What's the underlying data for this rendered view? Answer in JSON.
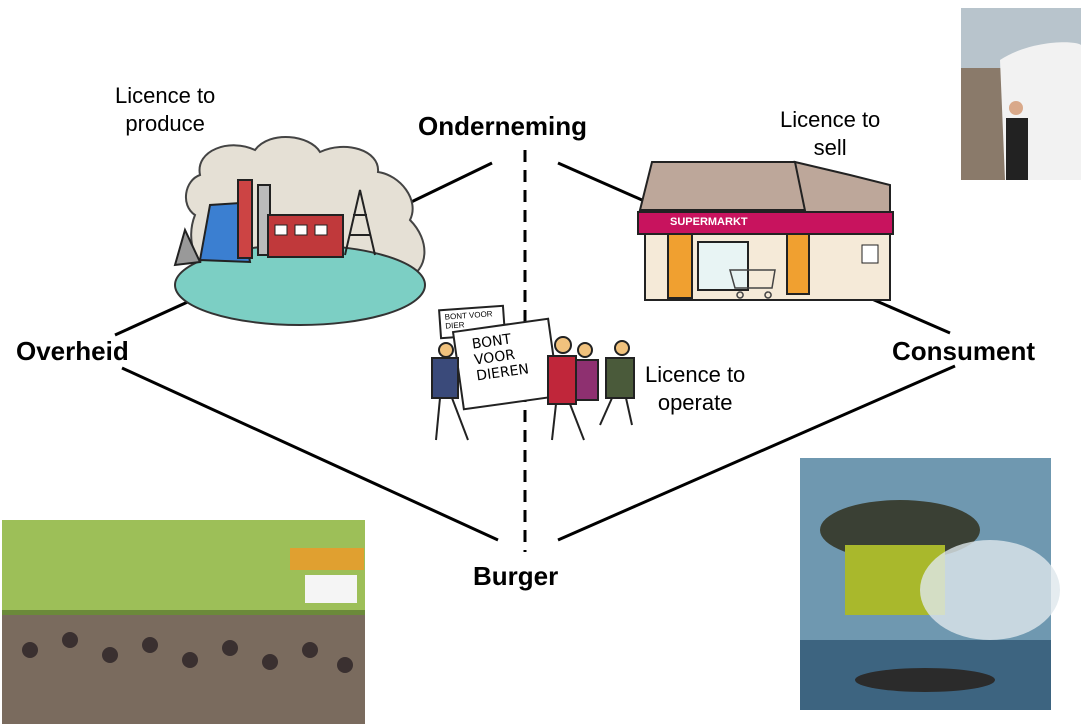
{
  "nodes": {
    "top": "Onderneming",
    "left": "Overheid",
    "right": "Consument",
    "bottom": "Burger"
  },
  "licences": {
    "produce": [
      "Licence to",
      "produce"
    ],
    "sell": [
      "Licence to",
      "sell"
    ],
    "operate": [
      "Licence to",
      "operate"
    ]
  },
  "illustrations": {
    "supermarket_sign": "SUPERMARKT",
    "protest_sign_big": [
      "BONT",
      "VOOR",
      "DIEREN"
    ],
    "protest_sign_small": [
      "BONT VOOR",
      "DIER"
    ]
  },
  "photos": [
    "banner-photo",
    "crowd-photo",
    "oil-platform-photo"
  ]
}
